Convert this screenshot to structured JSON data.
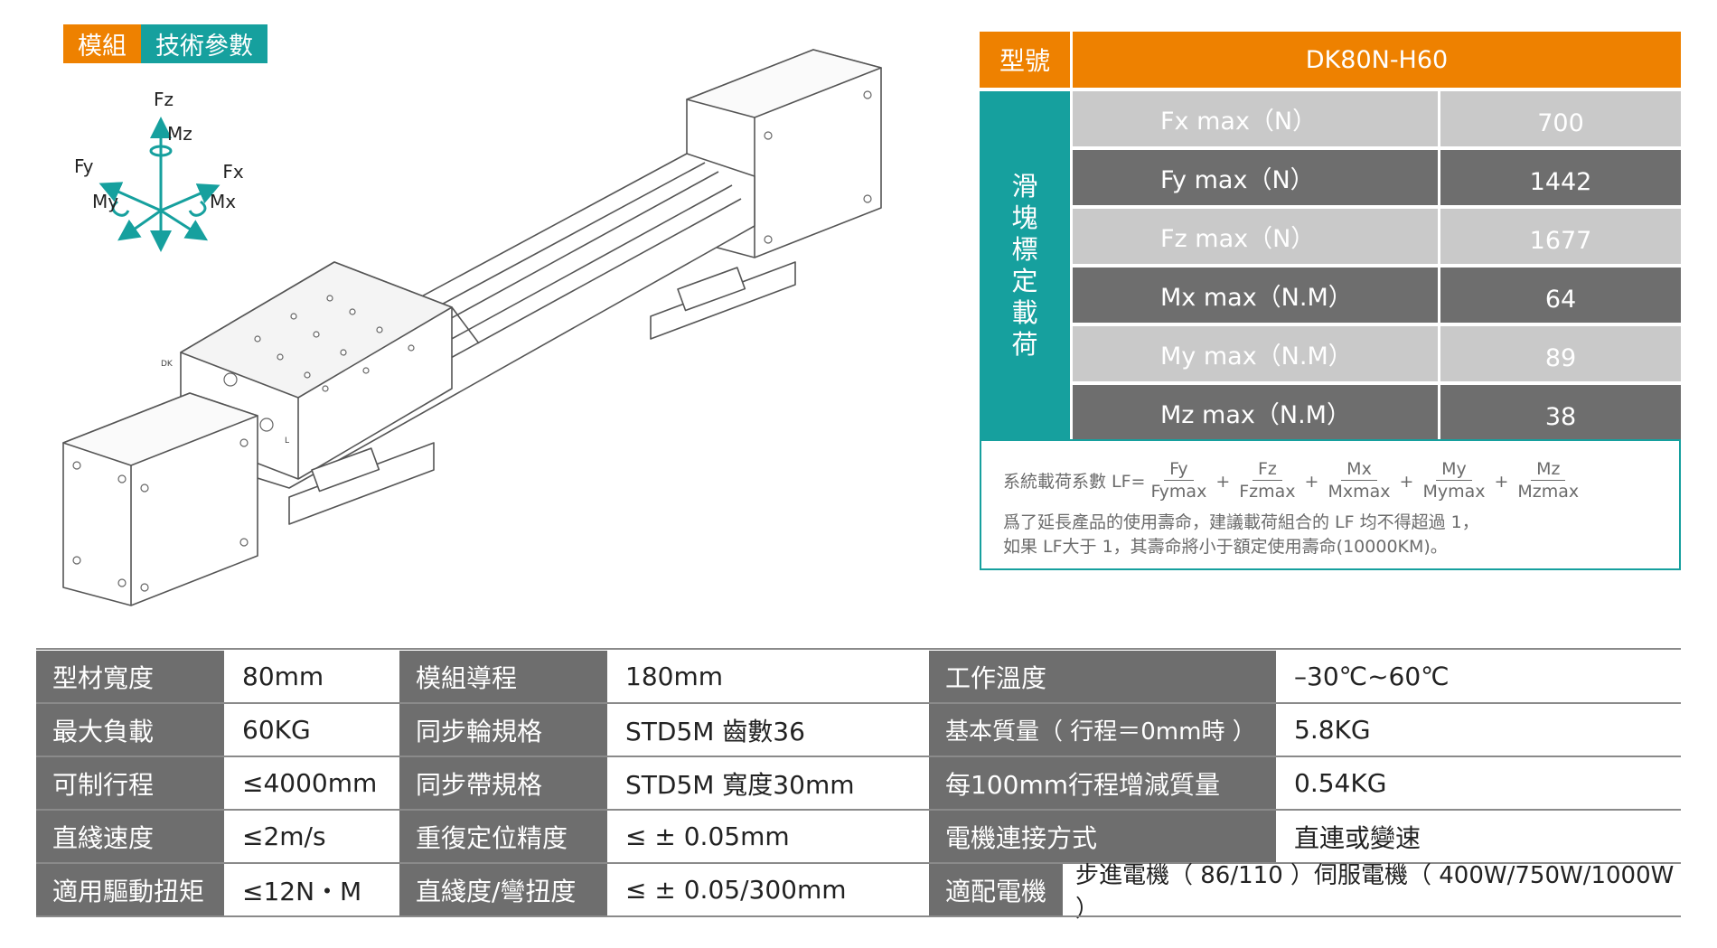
{
  "header": {
    "part1": "模組",
    "part2": "技術參數"
  },
  "axes": {
    "fz": "Fz",
    "mz": "Mz",
    "fy": "Fy",
    "fx": "Fx",
    "my": "My",
    "mx": "Mx",
    "color": "#16A09E"
  },
  "drawing": {
    "label1": "DK",
    "label2": "L"
  },
  "load_table": {
    "model_label": "型號",
    "model_value": "DK80N-H60",
    "side_label_chars": [
      "滑",
      "塊",
      "標",
      "定",
      "載",
      "荷"
    ],
    "rows": [
      {
        "name": "Fx max（N）",
        "value": "700"
      },
      {
        "name": "Fy max（N）",
        "value": "1442"
      },
      {
        "name": "Fz max（N）",
        "value": "1677"
      },
      {
        "name": "Mx max（N.M）",
        "value": "64"
      },
      {
        "name": "My max（N.M）",
        "value": "89"
      },
      {
        "name": "Mz max（N.M）",
        "value": "38"
      }
    ],
    "note": {
      "formula_label": "系統載荷系數 LF=",
      "fractions": [
        {
          "num": "Fy",
          "den": "Fymax"
        },
        {
          "num": "Fz",
          "den": "Fzmax"
        },
        {
          "num": "Mx",
          "den": "Mxmax"
        },
        {
          "num": "My",
          "den": "Mymax"
        },
        {
          "num": "Mz",
          "den": "Mzmax"
        }
      ],
      "plus": "+",
      "line1": "爲了延長產品的使用壽命，建議載荷組合的 LF 均不得超過 1，",
      "line2": "如果 LF大于 1，其壽命將小于額定使用壽命(10000KM)。"
    }
  },
  "specs": {
    "rows": [
      [
        "型材寬度",
        "80mm",
        "模組導程",
        "180mm",
        "工作溫度",
        "–30℃~60℃"
      ],
      [
        "最大負載",
        "60KG",
        "同步輪規格",
        "STD5M 齒數36",
        "基本質量（ 行程＝0mm時 ）",
        "5.8KG"
      ],
      [
        "可制行程",
        "≤4000mm",
        "同步帶規格",
        "STD5M 寬度30mm",
        "每100mm行程增減質量",
        "0.54KG"
      ],
      [
        "直綫速度",
        "≤2m/s",
        "重復定位精度",
        "≤ ± 0.05mm",
        "電機連接方式",
        "直連或變速"
      ],
      [
        "適用驅動扭矩",
        "≤12N・M",
        "直綫度/彎扭度",
        "≤ ± 0.05/300mm",
        "適配電機",
        "步進電機（ 86/110 ）伺服電機（ 400W/750W/1000W ）"
      ]
    ]
  },
  "colors": {
    "orange": "#EE8100",
    "teal": "#16A09E",
    "dark_gray": "#6E6E6E",
    "light_gray": "#C9C9C9"
  }
}
